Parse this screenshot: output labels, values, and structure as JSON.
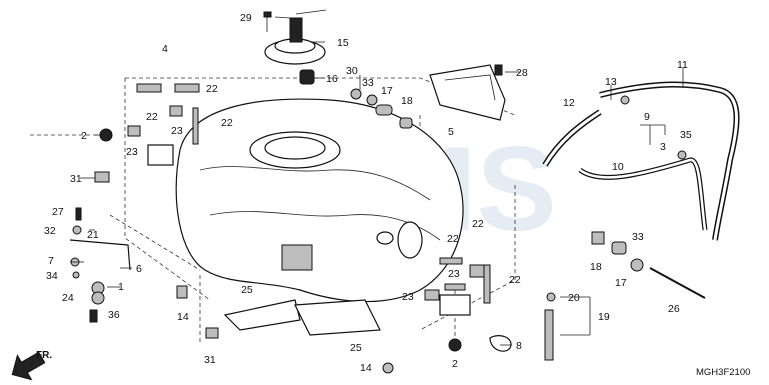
{
  "diagram": {
    "diagram_code": "MGH3F2100",
    "direction_label": "FR.",
    "watermark": "CMS",
    "callouts": {
      "c29": "29",
      "c15": "15",
      "c4": "4",
      "c16": "16",
      "c30": "30",
      "c33a": "33",
      "c17a": "17",
      "c18a": "18",
      "c28": "28",
      "c11": "11",
      "c13": "13",
      "c12": "12",
      "c22a": "22",
      "c22b": "22",
      "c22c": "22",
      "c2a": "2",
      "c23a": "23",
      "c23b": "23",
      "c5": "5",
      "c9": "9",
      "c35": "35",
      "c3": "3",
      "c10": "10",
      "c31a": "31",
      "c27": "27",
      "c32": "32",
      "c21": "21",
      "c7": "7",
      "c34": "34",
      "c6": "6",
      "c1": "1",
      "c24": "24",
      "c36": "36",
      "c22d": "22",
      "c22e": "22",
      "c22f": "22",
      "c18b": "18",
      "c17b": "17",
      "c33b": "33",
      "c23c": "23",
      "c23d": "23",
      "c14a": "14",
      "c25a": "25",
      "c25b": "25",
      "c31b": "31",
      "c20": "20",
      "c19": "19",
      "c26": "26",
      "c8": "8",
      "c2b": "2",
      "c14b": "14"
    }
  }
}
